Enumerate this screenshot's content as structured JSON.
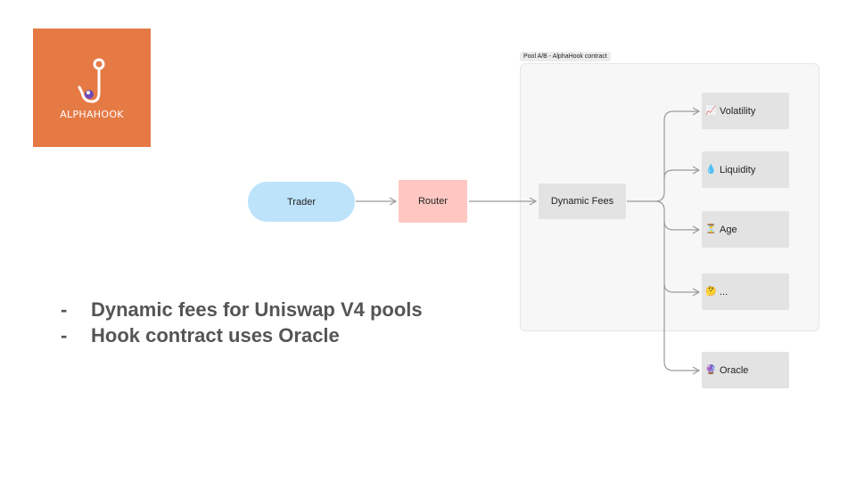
{
  "logo": {
    "text": "ALPHAHOOK",
    "background": "#E57A45"
  },
  "pool": {
    "label": "Pool A/B - AlphaHook contract"
  },
  "nodes": {
    "trader": "Trader",
    "router": "Router",
    "dynamic_fees": "Dynamic Fees"
  },
  "factors": [
    {
      "icon": "chart-increasing-icon",
      "glyph": "📈",
      "label": "Volatility"
    },
    {
      "icon": "droplet-icon",
      "glyph": "💧",
      "label": "Liquidity"
    },
    {
      "icon": "hourglass-icon",
      "glyph": "⏳",
      "label": "Age"
    },
    {
      "icon": "thinking-face-icon",
      "glyph": "🤔",
      "label": "..."
    },
    {
      "icon": "crystal-ball-icon",
      "glyph": "🔮",
      "label": "Oracle"
    }
  ],
  "bullets": [
    "Dynamic fees for Uniswap V4 pools",
    "Hook contract uses Oracle"
  ],
  "bullet_marker": "-",
  "colors": {
    "trader": "#BDE3FB",
    "router": "#FFC7C2",
    "node": "#E3E3E3",
    "edge": "#9A9A9A",
    "bullet_text": "#555555"
  }
}
